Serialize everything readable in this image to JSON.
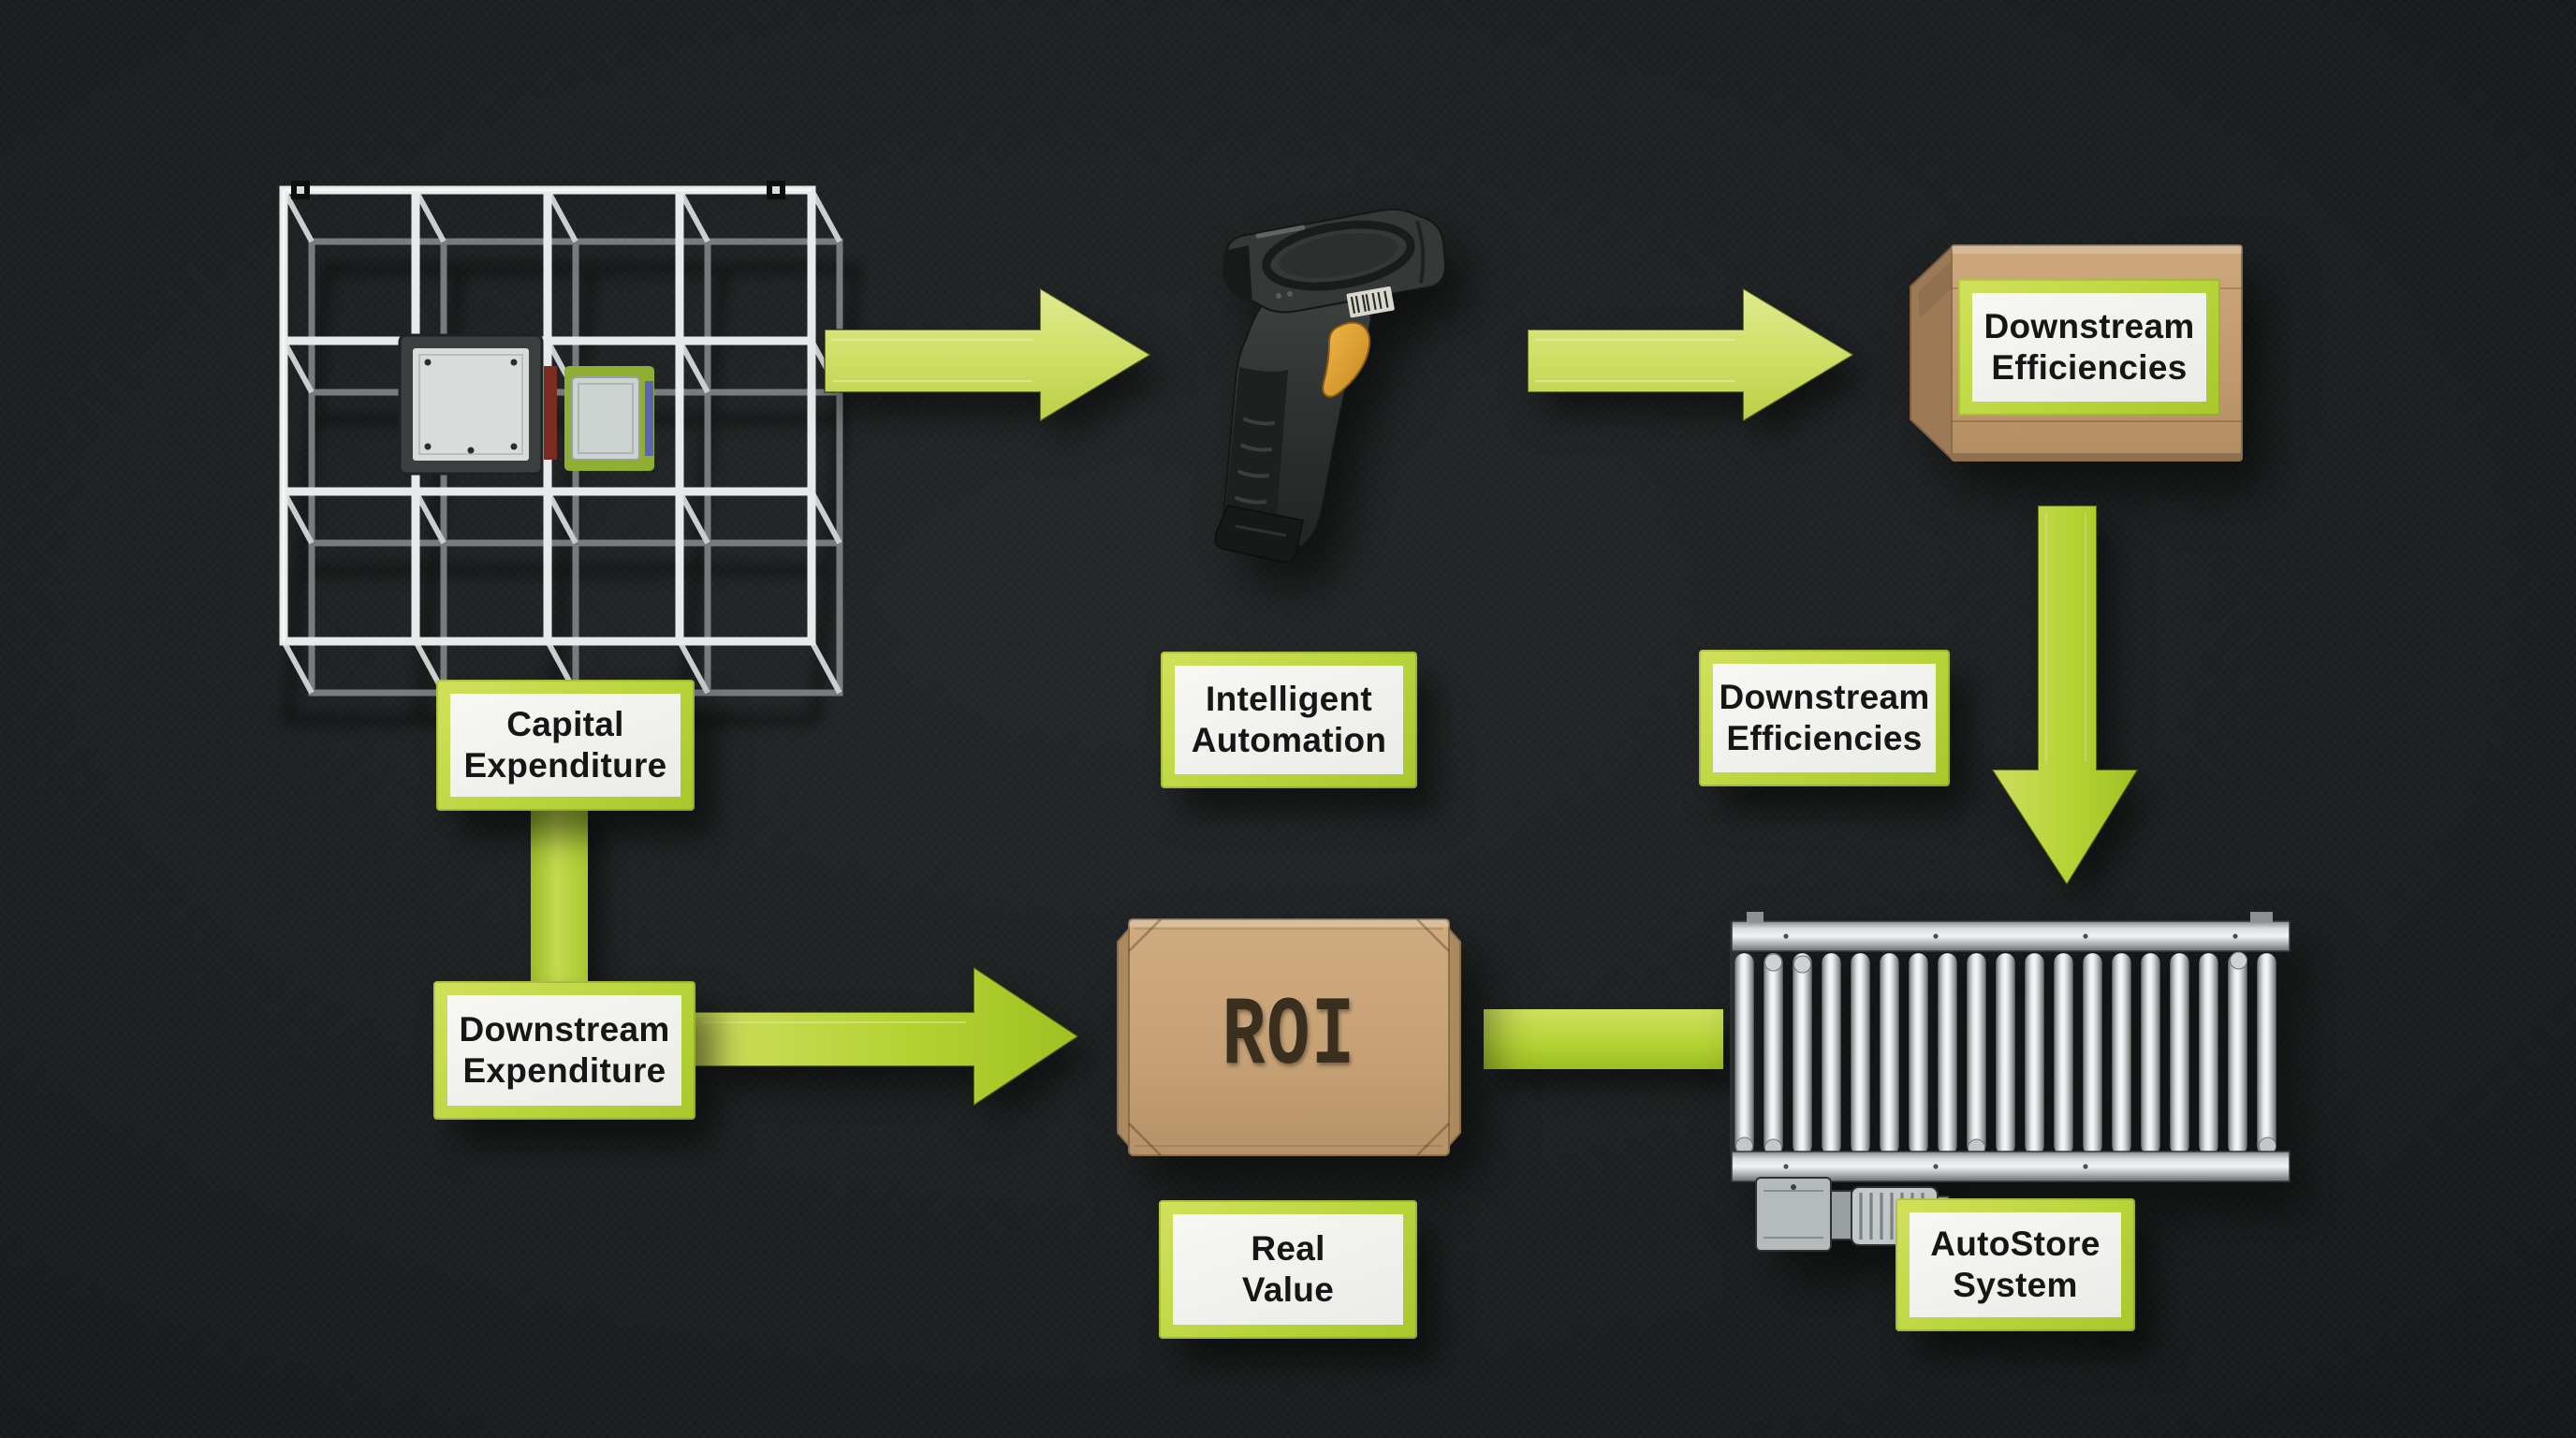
{
  "palette": {
    "background": "#1b1e1f",
    "accent_green": "#b9d53c",
    "light_green": "#d6e27c",
    "label_background": "#f2f3ef",
    "label_text": "#161616",
    "cardboard": "#c6a176",
    "scanner_trigger_orange": "#e0a232"
  },
  "diagram": {
    "top_row": {
      "grid_caption": "Capital\nExpenditure",
      "scanner_caption": "Intelligent\nAutomation",
      "box_label": "Downstream\nEfficiencies",
      "flow_caption": "Downstream\nEfficiencies"
    },
    "bottom_row": {
      "expenditure_caption": "Downstream\nExpenditure",
      "roi_stamp": "ROI",
      "roi_caption": "Real\nValue",
      "conveyor_caption": "AutoStore\nSystem"
    }
  }
}
